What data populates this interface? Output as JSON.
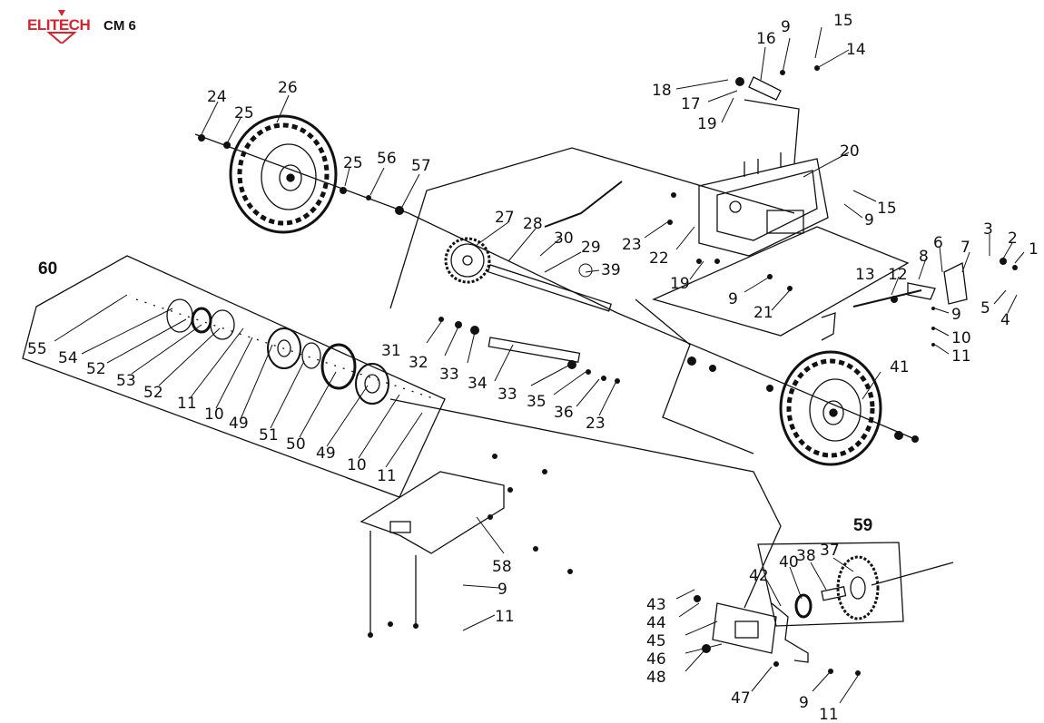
{
  "header": {
    "brand": "ELITECH",
    "model": "CM 6",
    "brand_color": "#d9232e"
  },
  "diagram": {
    "labels": [
      "1",
      "2",
      "3",
      "4",
      "5",
      "6",
      "7",
      "8",
      "9",
      "10",
      "11",
      "12",
      "13",
      "14",
      "15",
      "16",
      "17",
      "18",
      "19",
      "20",
      "21",
      "22",
      "23",
      "24",
      "25",
      "26",
      "27",
      "28",
      "29",
      "30",
      "31",
      "32",
      "33",
      "34",
      "35",
      "36",
      "37",
      "38",
      "39",
      "40",
      "41",
      "42",
      "43",
      "44",
      "45",
      "46",
      "47",
      "48",
      "49",
      "50",
      "51",
      "52",
      "53",
      "54",
      "55",
      "56",
      "57",
      "58",
      "59",
      "60"
    ]
  }
}
